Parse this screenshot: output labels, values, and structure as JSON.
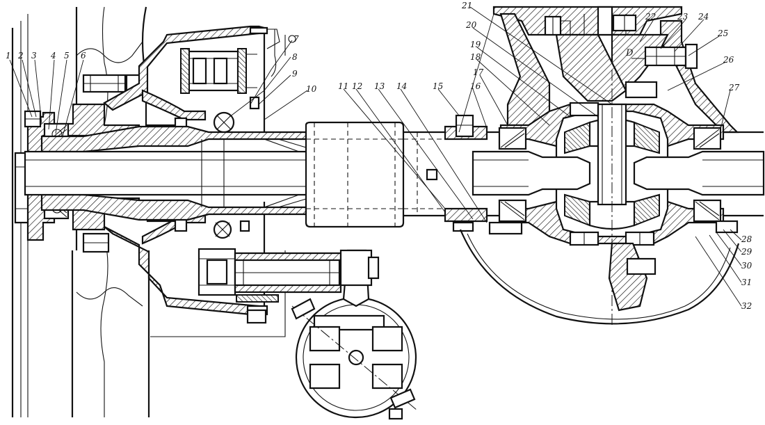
{
  "callouts": [
    {
      "id": "1",
      "label": "1"
    },
    {
      "id": "2",
      "label": "2"
    },
    {
      "id": "3",
      "label": "3"
    },
    {
      "id": "4",
      "label": "4"
    },
    {
      "id": "5",
      "label": "5"
    },
    {
      "id": "6",
      "label": "6"
    },
    {
      "id": "7",
      "label": "7"
    },
    {
      "id": "8",
      "label": "8"
    },
    {
      "id": "9",
      "label": "9"
    },
    {
      "id": "10",
      "label": "10"
    },
    {
      "id": "11",
      "label": "11"
    },
    {
      "id": "12",
      "label": "12"
    },
    {
      "id": "13",
      "label": "13"
    },
    {
      "id": "14",
      "label": "14"
    },
    {
      "id": "15",
      "label": "15"
    },
    {
      "id": "16",
      "label": "16"
    },
    {
      "id": "17",
      "label": "17"
    },
    {
      "id": "18",
      "label": "18"
    },
    {
      "id": "19",
      "label": "19"
    },
    {
      "id": "20",
      "label": "20"
    },
    {
      "id": "21",
      "label": "21"
    },
    {
      "id": "22",
      "label": "22"
    },
    {
      "id": "23",
      "label": "23"
    },
    {
      "id": "24",
      "label": "24"
    },
    {
      "id": "25",
      "label": "25"
    },
    {
      "id": "26",
      "label": "26"
    },
    {
      "id": "27",
      "label": "27"
    },
    {
      "id": "28",
      "label": "28"
    },
    {
      "id": "29",
      "label": "29"
    },
    {
      "id": "30",
      "label": "30"
    },
    {
      "id": "31",
      "label": "31"
    },
    {
      "id": "32",
      "label": "32"
    }
  ],
  "inline_labels": {
    "d": "D"
  }
}
